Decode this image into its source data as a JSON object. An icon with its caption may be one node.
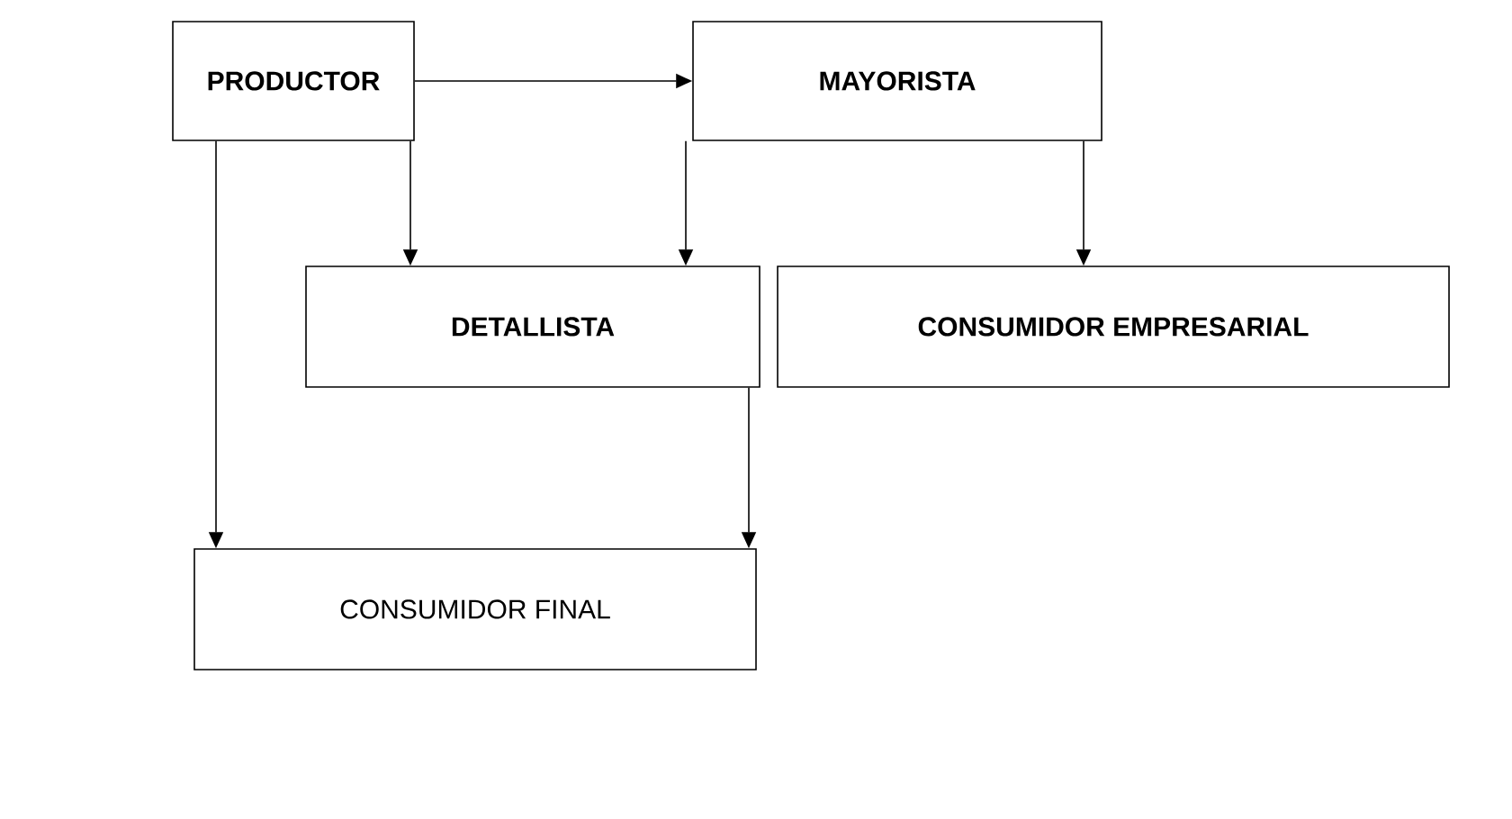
{
  "diagram": {
    "nodes": [
      {
        "text": [
          "PRODUCTOR"
        ]
      },
      {
        "text": [
          "MAYORISTA"
        ]
      },
      {
        "text": [
          "DETALLISTA"
        ]
      },
      {
        "text": [
          "CONSUMIDOR EMPRESARIAL"
        ]
      },
      {
        "text": [
          "CONSUMIDOR FINAL"
        ]
      }
    ],
    "edges": [
      {
        "from": 0,
        "to": 1,
        "arrow": "to"
      },
      {
        "from": 0,
        "to": 2,
        "arrow": "to"
      },
      {
        "from": 0,
        "to": 4,
        "arrow": "to"
      },
      {
        "from": 1,
        "to": 2,
        "arrow": "to"
      },
      {
        "from": 1,
        "to": 3,
        "arrow": "to"
      },
      {
        "from": 2,
        "to": 4,
        "arrow": "to"
      }
    ]
  }
}
